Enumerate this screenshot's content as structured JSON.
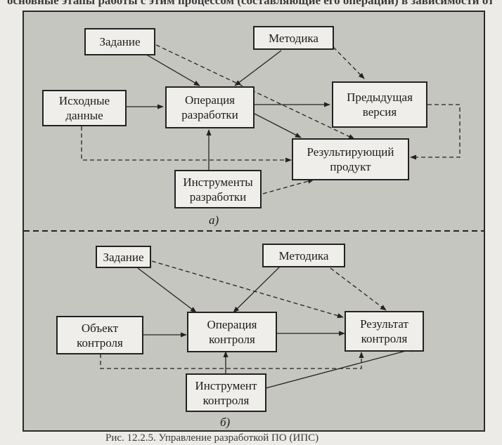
{
  "top_text": "основные этапы работы с этим процессом (составляющие его операции) в зависимости от",
  "diagram_a": {
    "caption": "а)",
    "zadanie": "Задание",
    "metodika": "Методика",
    "ishodnye_1": "Исходные",
    "ishodnye_2": "данные",
    "operaciya_1": "Операция",
    "operaciya_2": "разработки",
    "predyd_1": "Предыдущая",
    "predyd_2": "версия",
    "rezult_1": "Результирующий",
    "rezult_2": "продукт",
    "instr_1": "Инструменты",
    "instr_2": "разработки"
  },
  "diagram_b": {
    "caption": "б)",
    "zadanie": "Задание",
    "metodika": "Методика",
    "obekt_1": "Объект",
    "obekt_2": "контроля",
    "operaciya_1": "Операция",
    "operaciya_2": "контроля",
    "rezult_1": "Результат",
    "rezult_2": "контроля",
    "instr_1": "Инструмент",
    "instr_2": "контроля"
  },
  "footer_text": "Рис. 12.2.5. Управление разработкой ПО (ИПС)"
}
